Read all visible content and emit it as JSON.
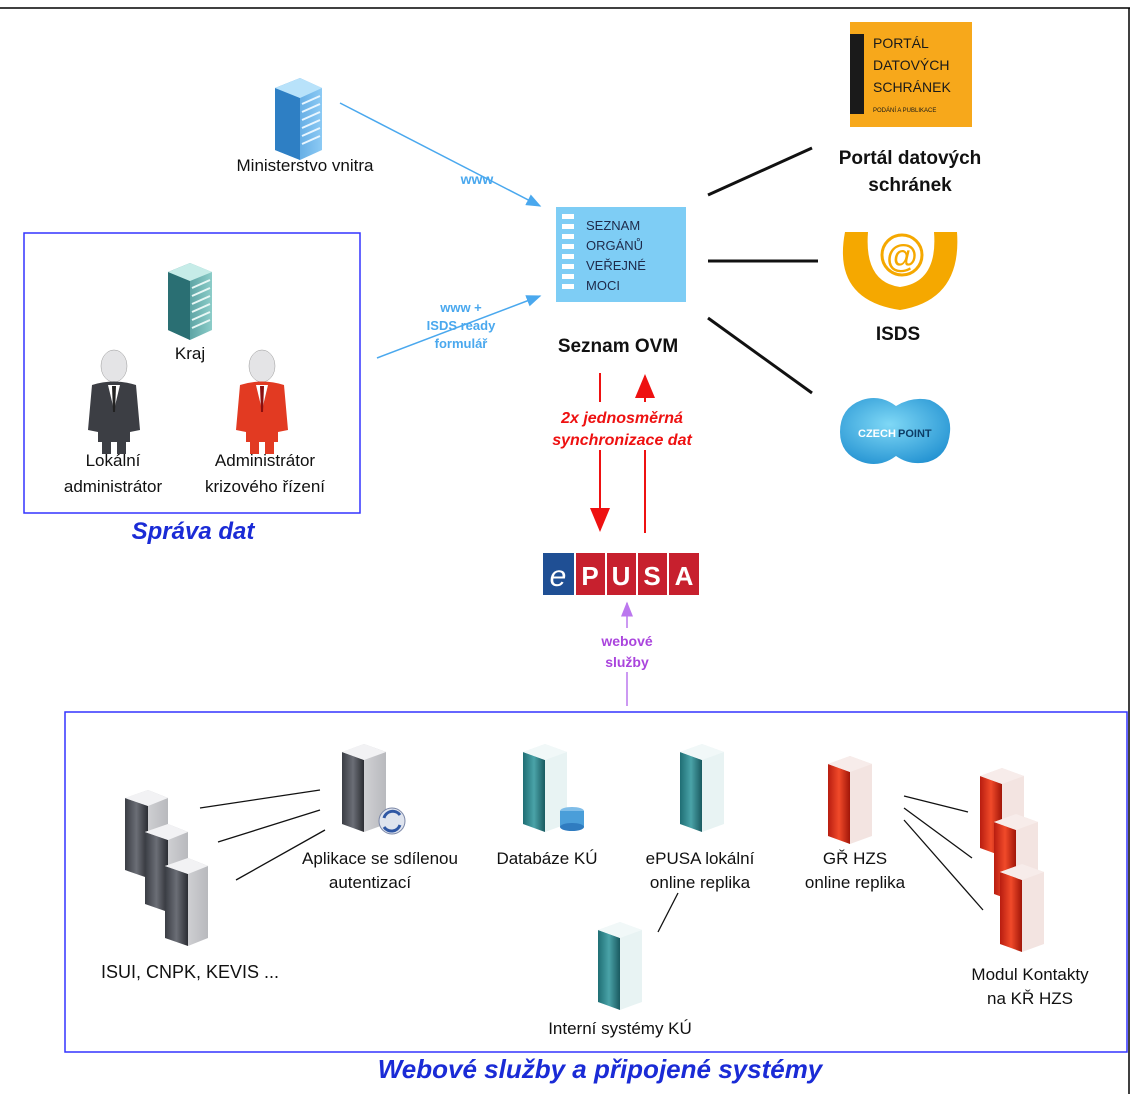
{
  "labels": {
    "ministerstvo": "Ministerstvo vnitra",
    "www": "www",
    "www_isds": [
      "www +",
      "ISDS ready",
      "formulář"
    ],
    "seznam_logo": [
      "SEZNAM",
      "ORGÁNŮ",
      "VEŘEJNÉ",
      "MOCI"
    ],
    "seznam_ovm": "Seznam OVM",
    "portal_logo": [
      "PORTÁL",
      "DATOVÝCH",
      "SCHRÁNEK",
      "PODÁNÍ A PUBLIKACE"
    ],
    "portal_title": [
      "Portál datových",
      "schránek"
    ],
    "isds": "ISDS",
    "czechpoint_a": "CZECH",
    "czechpoint_b": "POINT",
    "kraj": "Kraj",
    "lokalni": [
      "Lokální",
      "administrátor"
    ],
    "krizovy": [
      "Administrátor",
      "krizového řízení"
    ],
    "sprava_dat": "Správa dat",
    "sync": [
      "2x jednosměrná",
      "synchronizace dat"
    ],
    "epusa": [
      "e",
      "P",
      "U",
      "S",
      "A"
    ],
    "webove_sluzby_arrow": [
      "webové",
      "služby"
    ],
    "aplikace": [
      "Aplikace se sdílenou",
      "autentizací"
    ],
    "isui": "ISUI, CNPK, KEVIS ...",
    "databaze": "Databáze KÚ",
    "epusa_replika": [
      "ePUSA lokální",
      "online replika"
    ],
    "interni": "Interní systémy KÚ",
    "gr_hzs": [
      "GŘ HZS",
      "online replika"
    ],
    "modul": [
      "Modul Kontakty",
      "na KŘ HZS"
    ],
    "bottom_title": "Webové služby a připojené systémy"
  },
  "colors": {
    "blue_frame": "#3333ff",
    "title_blue": "#1a2bd6",
    "arrow_blue": "#4aa8ee",
    "arrow_red": "#ee1111",
    "arrow_purple": "#bb77ee",
    "purple_text": "#aa44dd",
    "portal_orange": "#f7a81b",
    "isds_orange": "#f5a800",
    "ovm_blue": "#7ecdf5",
    "epusa_blue": "#1f4f94",
    "epusa_red": "#c7202e"
  }
}
